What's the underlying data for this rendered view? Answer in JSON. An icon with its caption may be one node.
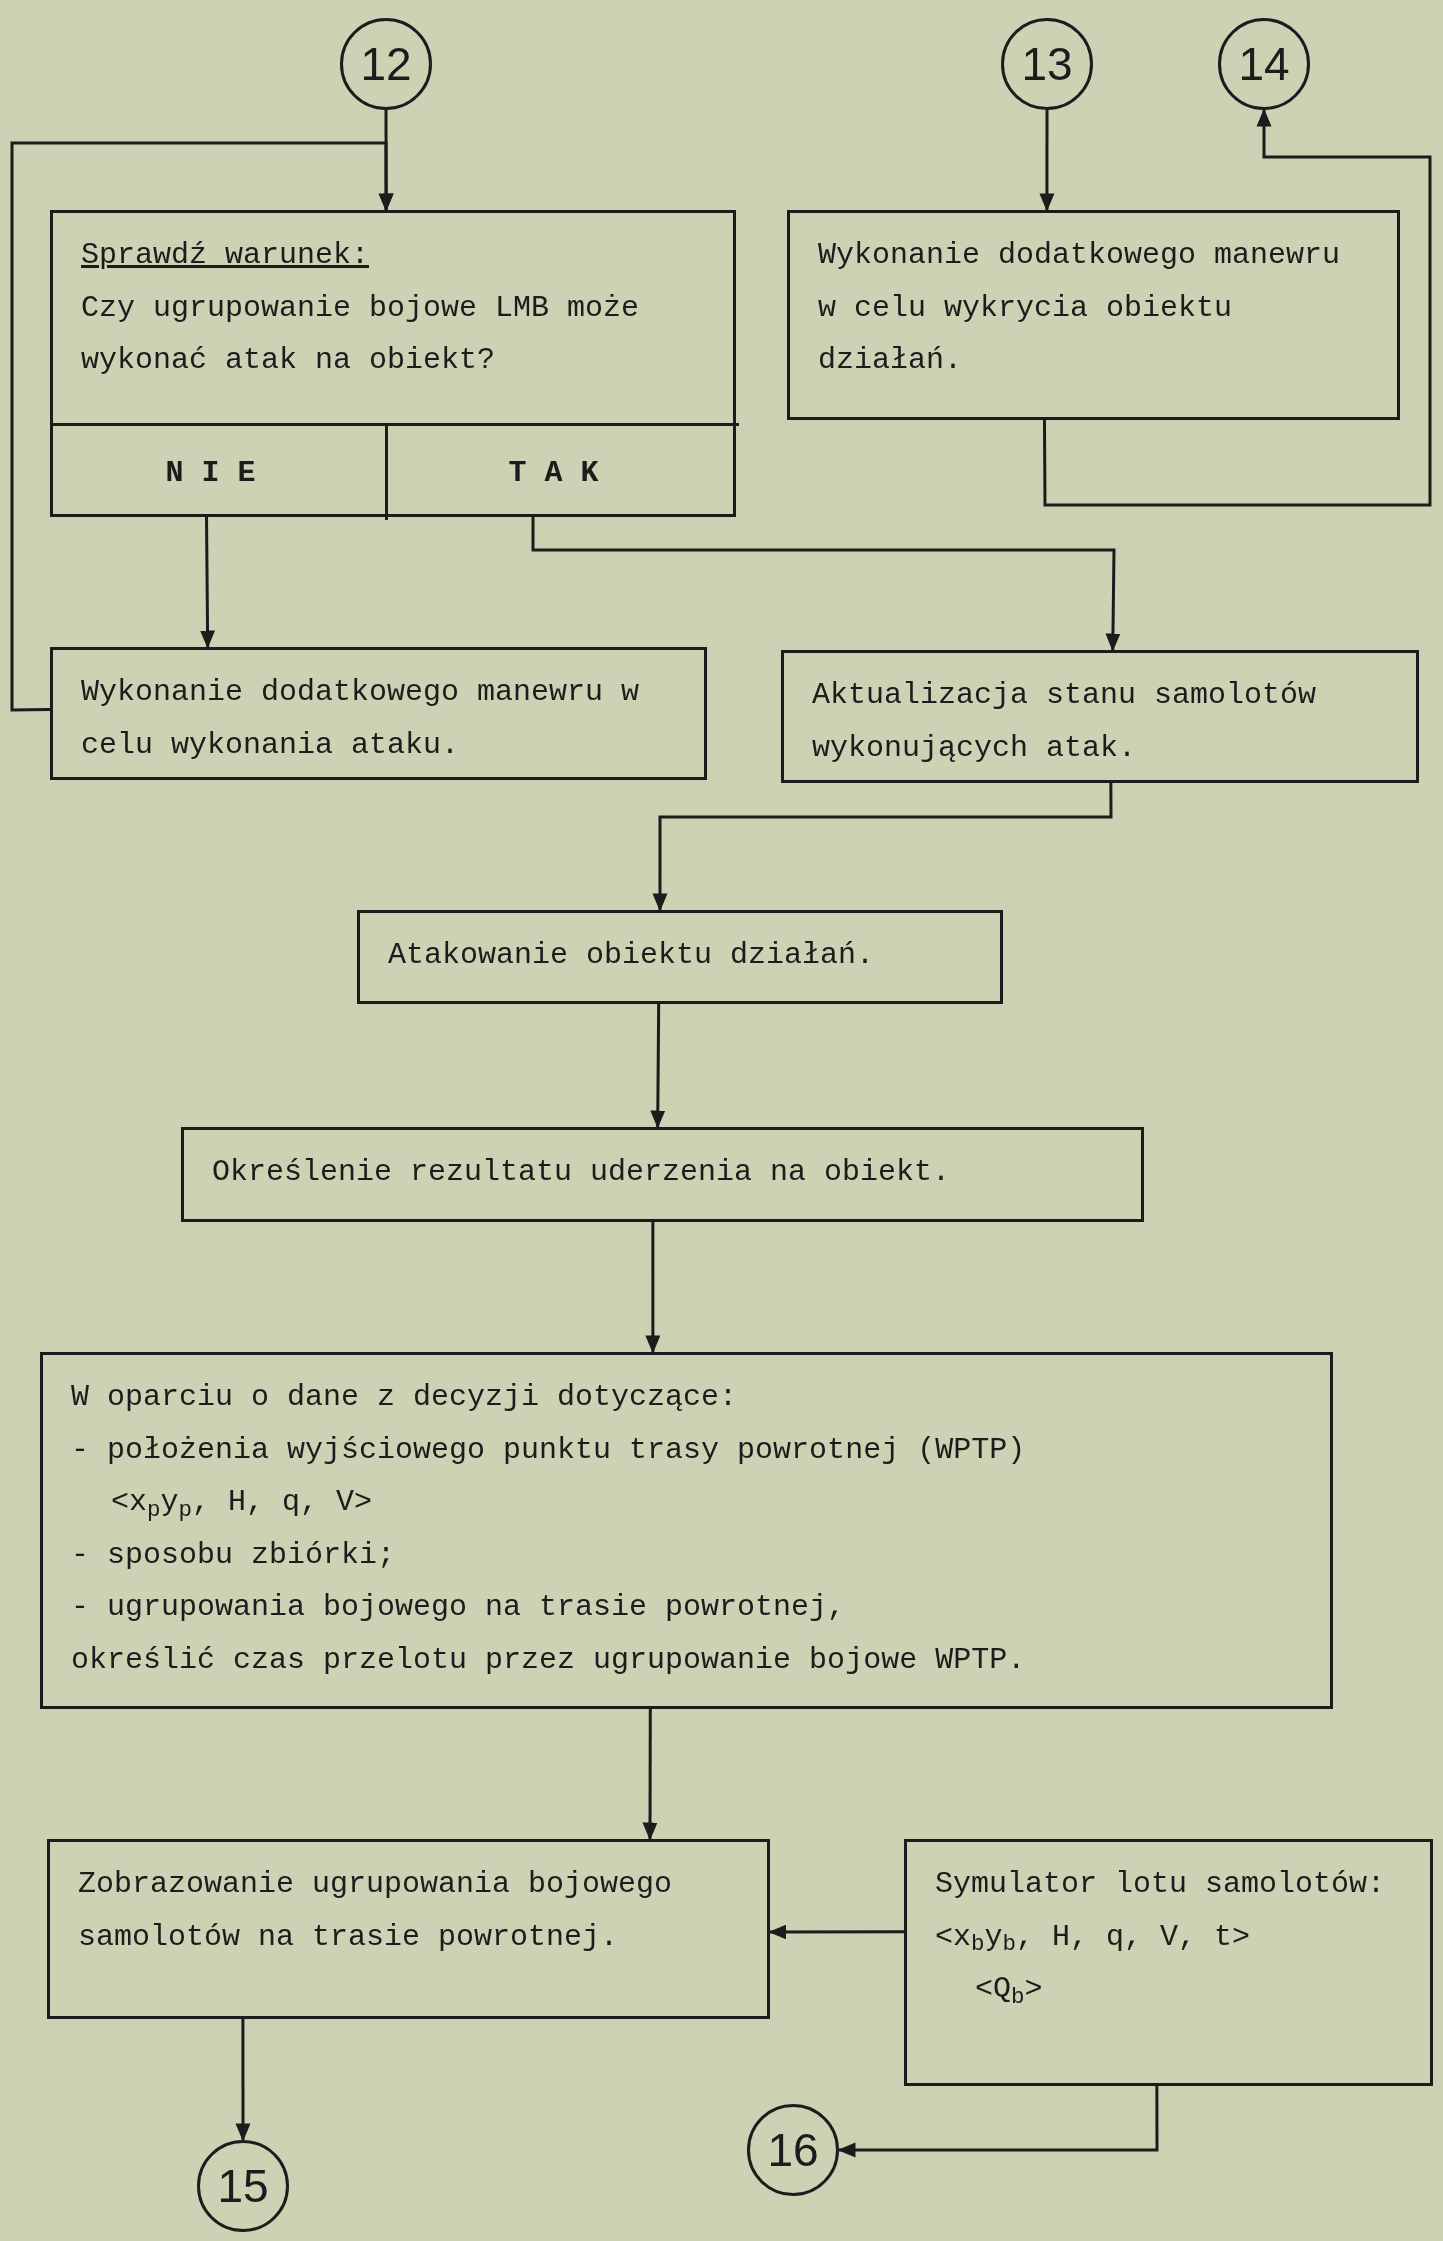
{
  "diagram": {
    "nodes": [
      {
        "text": [
          "12"
        ]
      },
      {
        "text": [
          "13"
        ]
      },
      {
        "text": [
          "14"
        ]
      },
      {
        "text": [
          "Sprawdź warunek:",
          "Czy ugrupowanie bojowe LMB może wykonać atak na obiekt?"
        ]
      },
      {
        "text": [
          "NIE"
        ],
        "in": 3
      },
      {
        "text": [
          "TAK"
        ],
        "in": 3
      },
      {
        "text": [
          "Wykonanie dodatkowego manewru w celu wykrycia obiektu działań."
        ]
      },
      {
        "text": [
          "Wykonanie dodatkowego manewru w celu wykonania ataku."
        ]
      },
      {
        "text": [
          "Aktualizacja stanu samolotów wykonujących atak."
        ]
      },
      {
        "text": [
          "Atakowanie obiektu działań."
        ]
      },
      {
        "text": [
          "Określenie rezultatu uderzenia na obiekt."
        ]
      },
      {
        "text": [
          "W oparciu o dane z decyzji dotyczące:",
          "- położenia wyjściowego punktu trasy powrotnej (WPTP)",
          "<x$_{p}$y$_{p}$, H, q, V>",
          "- sposobu zbiórki;",
          "- ugrupowania bojowego na trasie powrotnej,",
          "określić czas przelotu przez ugrupowanie bojowe WPTP."
        ]
      },
      {
        "text": [
          "Zobrazowanie ugrupowania bojowego samolotów na trasie powrotnej."
        ]
      },
      {
        "text": [
          "Symulator lotu samolotów:",
          "<x$_{b}$y$_{b}$, H, q, V, t>",
          "<Q$_{b}$>"
        ]
      },
      {
        "text": [
          "15"
        ]
      },
      {
        "text": [
          "16"
        ]
      }
    ],
    "edges": [
      {
        "from": 0,
        "to": 3,
        "arrow": "to"
      },
      {
        "from": 7,
        "to": 3,
        "arrow": "to"
      },
      {
        "from": 1,
        "to": 6,
        "arrow": "to"
      },
      {
        "from": 6,
        "to": 2,
        "arrow": "to"
      },
      {
        "from": 4,
        "to": 7,
        "arrow": "to"
      },
      {
        "from": 5,
        "to": 8,
        "arrow": "to"
      },
      {
        "from": 8,
        "to": 9,
        "arrow": "to"
      },
      {
        "from": 9,
        "to": 10,
        "arrow": "to"
      },
      {
        "from": 10,
        "to": 11,
        "arrow": "to"
      },
      {
        "from": 11,
        "to": 12,
        "arrow": "to"
      },
      {
        "from": 13,
        "to": 12,
        "arrow": "to"
      },
      {
        "from": 12,
        "to": 14,
        "arrow": "to"
      },
      {
        "from": 13,
        "to": 15,
        "arrow": "to"
      }
    ]
  }
}
